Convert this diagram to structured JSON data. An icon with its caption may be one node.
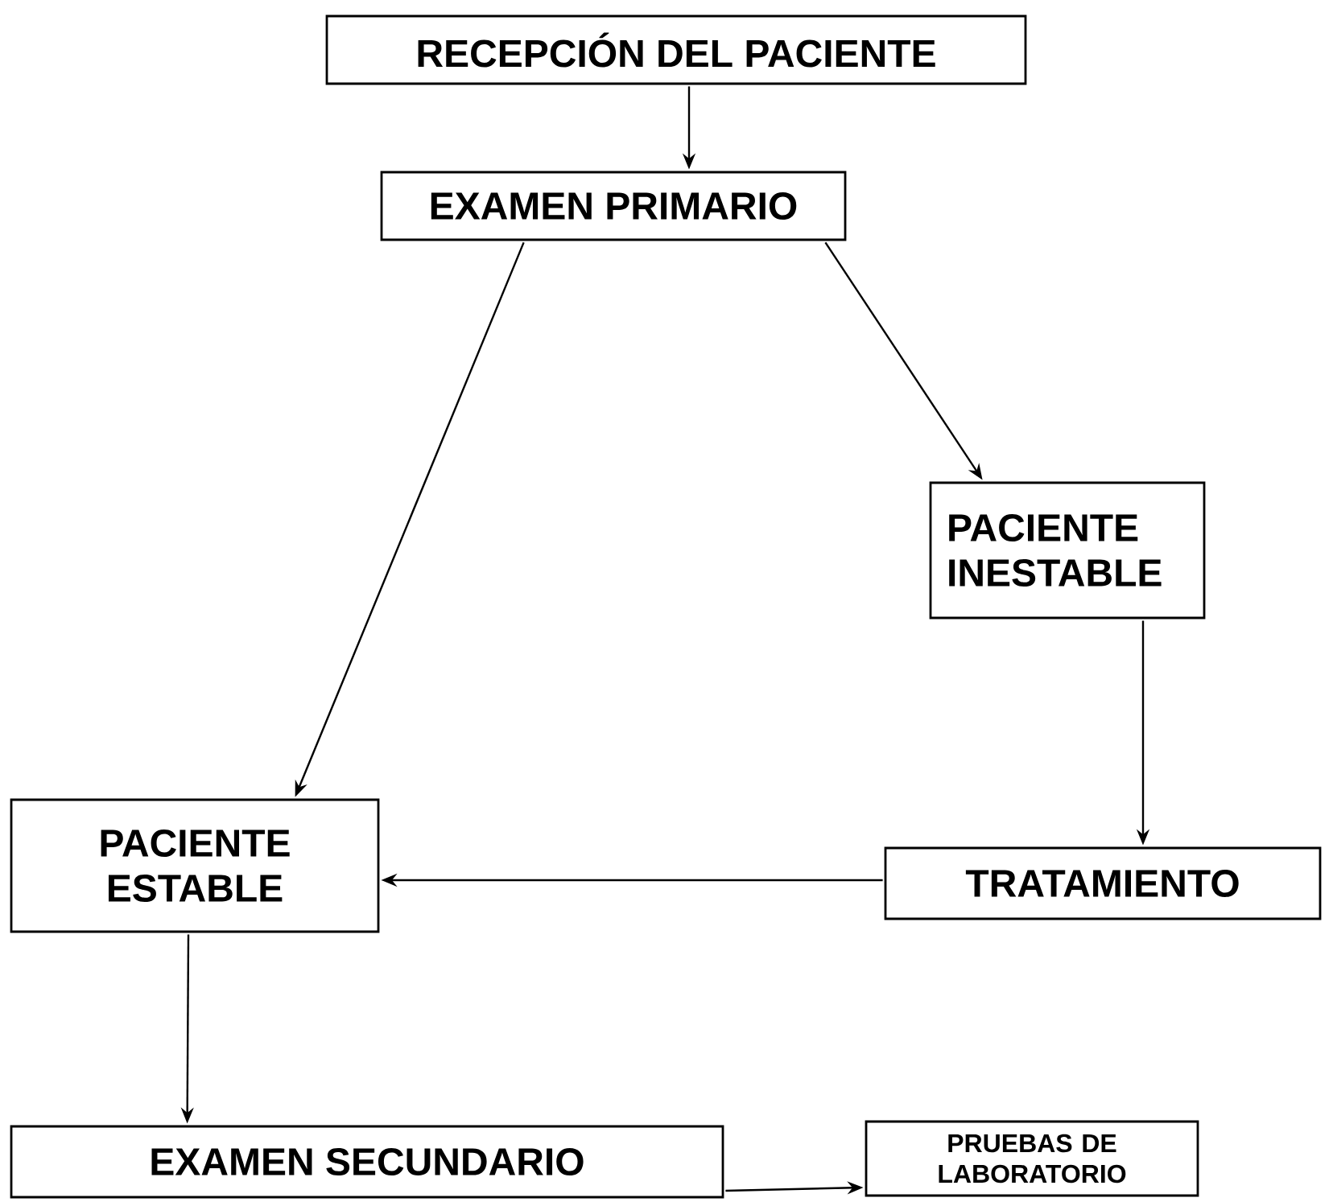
{
  "diagram": {
    "nodes": [
      {
        "text": [
          "RECEPCIÓN DEL PACIENTE"
        ]
      },
      {
        "text": [
          "EXAMEN PRIMARIO"
        ]
      },
      {
        "text": [
          "PACIENTE INESTABLE"
        ]
      },
      {
        "text": [
          "PACIENTE ESTABLE"
        ]
      },
      {
        "text": [
          "TRATAMIENTO"
        ]
      },
      {
        "text": [
          "EXAMEN SECUNDARIO"
        ]
      },
      {
        "text": [
          "PRUEBAS DE LABORATORIO"
        ]
      }
    ],
    "edges": [
      {
        "from": 0,
        "to": 1,
        "arrow": "to"
      },
      {
        "from": 1,
        "to": 3,
        "arrow": "to"
      },
      {
        "from": 1,
        "to": 2,
        "arrow": "to"
      },
      {
        "from": 2,
        "to": 4,
        "arrow": "to"
      },
      {
        "from": 4,
        "to": 3,
        "arrow": "to"
      },
      {
        "from": 3,
        "to": 5,
        "arrow": "to"
      },
      {
        "from": 5,
        "to": 6,
        "arrow": "to"
      }
    ]
  }
}
